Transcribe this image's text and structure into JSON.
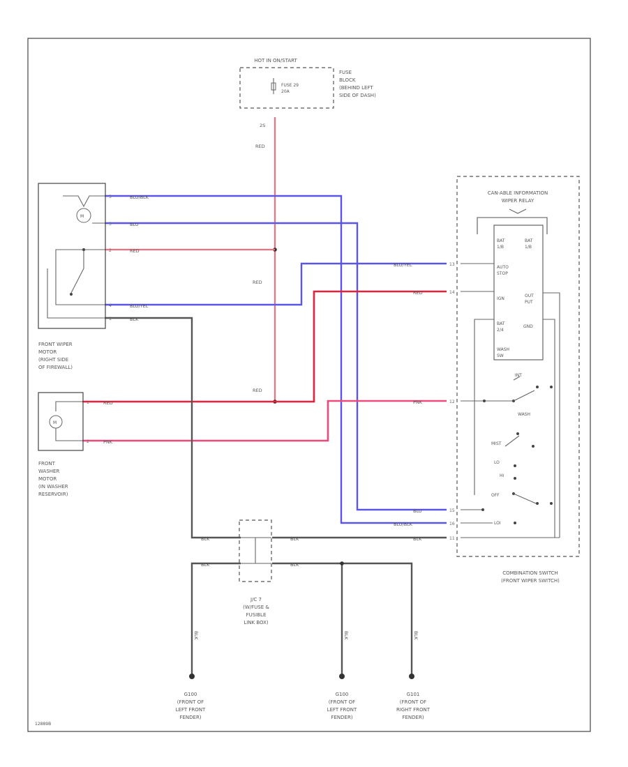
{
  "diagram": {
    "code": "12889B",
    "fuse_box": {
      "title": "HOT IN ON/START",
      "fuse": [
        "FUSE 29",
        "20A"
      ],
      "note": [
        "FUSE",
        "BLOCK",
        "(BEHIND LEFT",
        "SIDE OF DASH)"
      ],
      "pin": "2S",
      "wire": "RED"
    },
    "wiper_motor": {
      "label": [
        "FRONT WIPER",
        "MOTOR",
        "(RIGHT SIDE",
        "OF FIREWALL)"
      ],
      "pins": [
        "5",
        "3",
        "2",
        "4",
        "1"
      ],
      "wires": [
        "BLU/BLK",
        "BLU",
        "RED",
        "BLU/YEL",
        "BLK"
      ]
    },
    "washer_motor": {
      "label": [
        "FRONT",
        "WASHER",
        "MOTOR",
        "(IN WASHER",
        "RESERVOIR)"
      ],
      "pins": [
        "1",
        "2"
      ],
      "wires": [
        "RED",
        "PNK"
      ]
    },
    "splice_wire": "RED",
    "combination_switch": {
      "module_title": [
        "CAN-ABLE INFORMATION",
        "WIPER RELAY"
      ],
      "relay_labels": [
        "BAT",
        "1/B",
        "BAT",
        "1/B",
        "AUTO",
        "STOP",
        "IGN",
        "OUT",
        "PUT",
        "BAT",
        "2/4",
        "GND",
        "WASH",
        "SW"
      ],
      "wires": [
        "BLU/YEL",
        "RED",
        "PNK",
        "BLU",
        "BLU/BLK",
        "BLK"
      ],
      "pins": [
        "13",
        "14",
        "12",
        "15",
        "16",
        "11"
      ],
      "switch_labels": [
        "INT",
        "WASH",
        "MIST",
        "LO",
        "HI",
        "OFF",
        "LOI"
      ],
      "label": [
        "COMBINATION SWITCH",
        "(FRONT WIPER SWITCH)"
      ]
    },
    "junction": {
      "label": [
        "J/C 7",
        "(W/FUSE &",
        "FUSIBLE",
        "LINK BOX)"
      ],
      "wires": [
        "BLK",
        "BLK",
        "BLK",
        "BLK"
      ]
    },
    "grounds": [
      {
        "id": "G100",
        "label": [
          "(FRONT OF",
          "LEFT FRONT",
          "FENDER)"
        ],
        "wire": "BLK"
      },
      {
        "id": "G100",
        "label": [
          "(FRONT OF",
          "LEFT FRONT",
          "FENDER)"
        ],
        "wire": "BLK"
      },
      {
        "id": "G101",
        "label": [
          "(FRONT OF",
          "RIGHT FRONT",
          "FENDER)"
        ],
        "wire": "BLK"
      }
    ]
  }
}
